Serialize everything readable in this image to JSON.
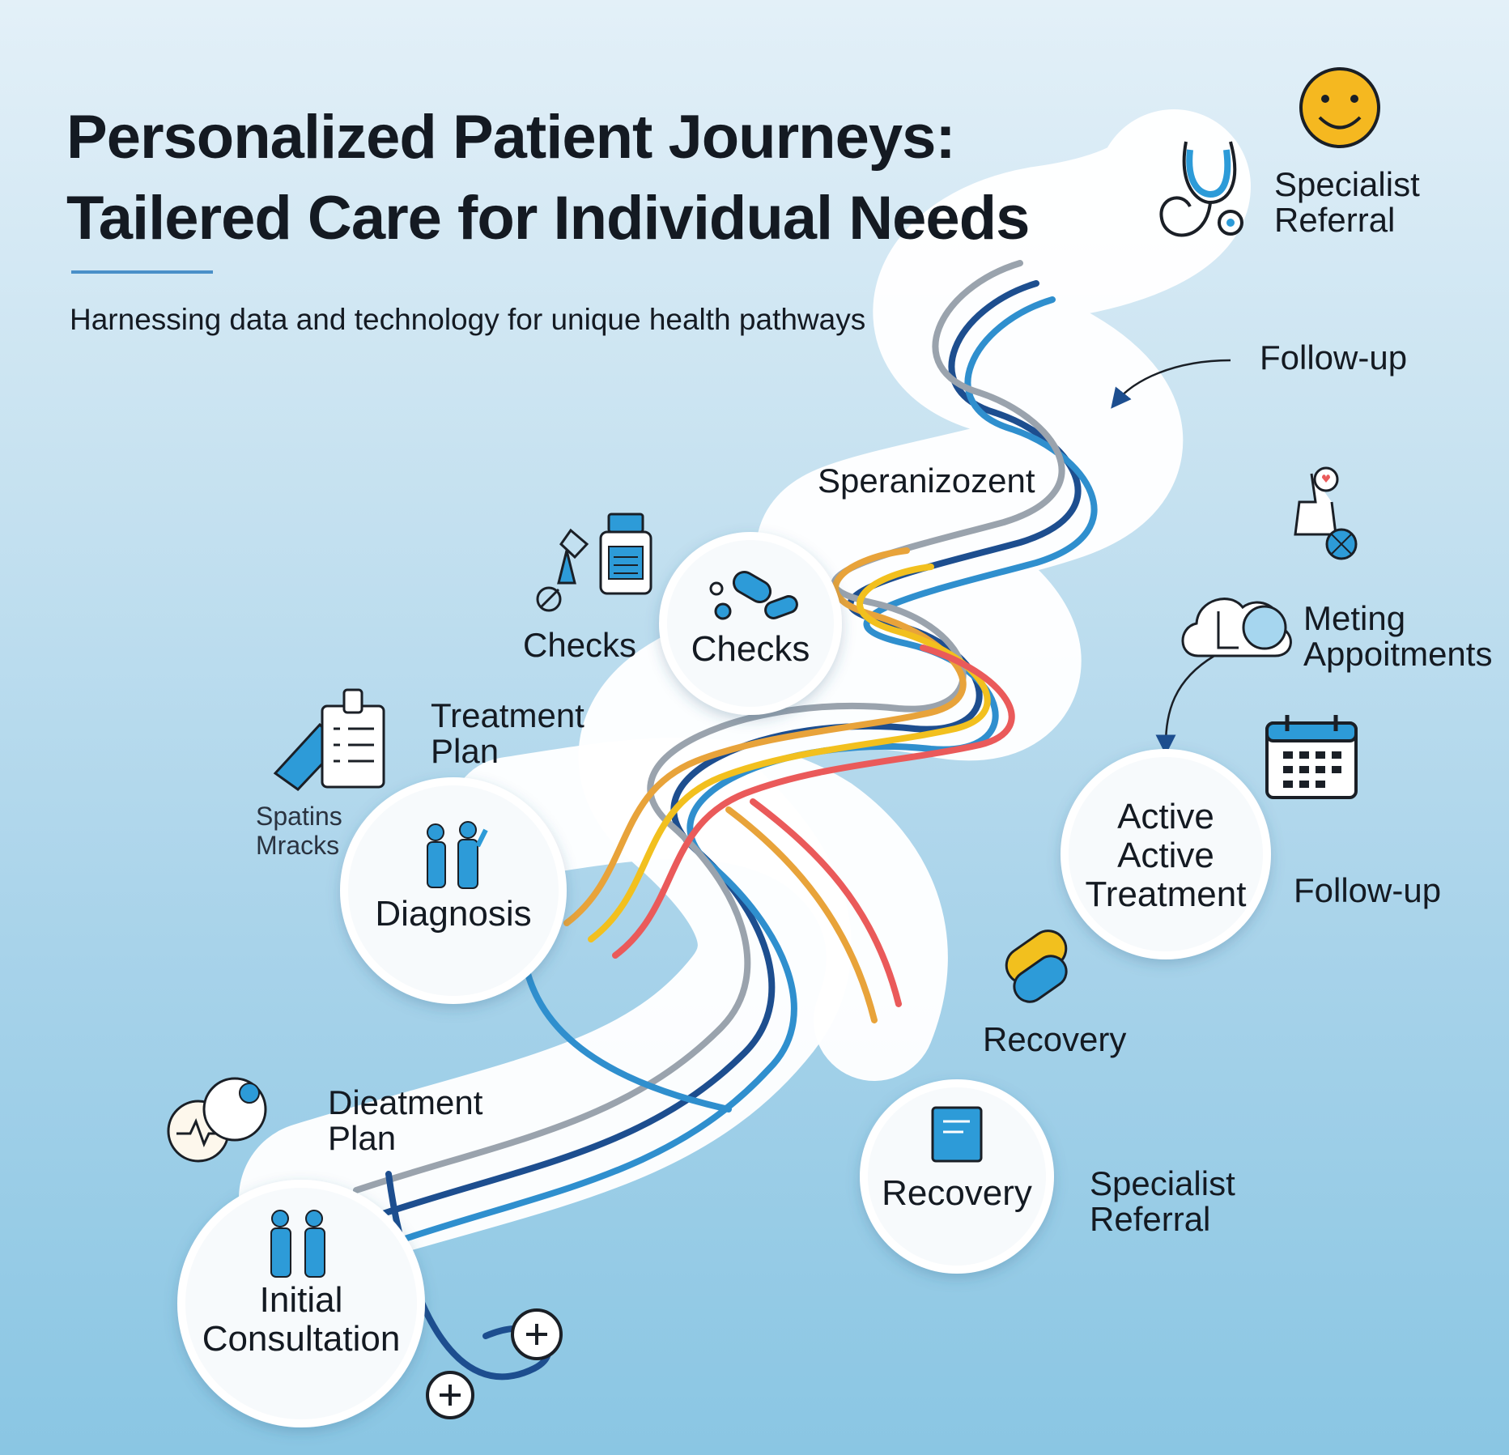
{
  "header": {
    "title_line1": "Personalized Patient Journeys:",
    "title_line2": "Tailered Care for Individual Needs",
    "subtitle": "Harnessing data and technology for unique health pathways"
  },
  "nodes": {
    "initial": {
      "line1": "Initial",
      "line2": "Consultation"
    },
    "diagnosis": {
      "label": "Diagnosis"
    },
    "checks": {
      "label": "Checks"
    },
    "active": {
      "line1": "Active",
      "line2": "Active",
      "line3": "Treatment"
    },
    "recovery": {
      "label": "Recovery"
    }
  },
  "labels": {
    "specialist_referral_top": {
      "line1": "Specialist",
      "line2": "Referral"
    },
    "follow_up_top": "Follow-up",
    "speranizozent": "Speranizozent",
    "checks_side": "Checks",
    "meting_appointments": {
      "line1": "Meting",
      "line2": "Appoitments"
    },
    "treatment_plan": {
      "line1": "Treatment",
      "line2": "Plan"
    },
    "spatins_mracks": {
      "line1": "Spatins",
      "line2": "Mracks"
    },
    "follow_up_right": "Follow-up",
    "recovery_side": "Recovery",
    "dieatment_plan": {
      "line1": "Dieatment",
      "line2": "Plan"
    },
    "specialist_referral_bottom": {
      "line1": "Specialist",
      "line2": "Referral"
    }
  },
  "colors": {
    "navy": "#1d4e8f",
    "blue": "#2f8fce",
    "gray": "#9aa3ad",
    "orange": "#e8a33a",
    "yellow": "#f2c01e",
    "red": "#ea5a5a",
    "icon_blue": "#2d9bd8",
    "smiley": "#f5b820"
  }
}
